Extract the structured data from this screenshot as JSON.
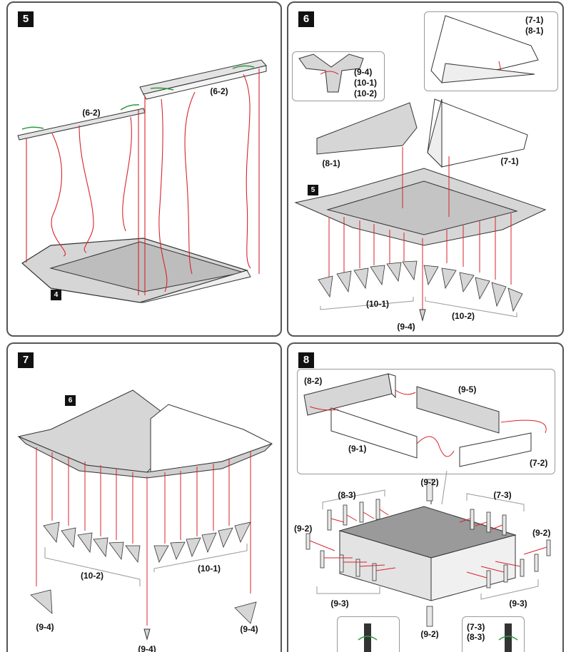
{
  "panels": [
    {
      "step": "5",
      "base_badge": "4",
      "labels": {
        "left_top": "(6-2)",
        "right_top": "(6-2)"
      }
    },
    {
      "step": "6",
      "base_badge": "5",
      "labels": {
        "inset_right_1": "(7-1)",
        "inset_right_2": "(8-1)",
        "inset_left_1": "(9-4)",
        "inset_left_2": "(10-1)",
        "inset_left_3": "(10-2)",
        "piece_left": "(8-1)",
        "piece_right": "(7-1)",
        "group_left": "(10-1)",
        "group_right": "(10-2)",
        "bottom": "(9-4)"
      }
    },
    {
      "step": "7",
      "base_badge": "6",
      "labels": {
        "group_left": "(10-2)",
        "group_right": "(10-1)",
        "corner_left": "(9-4)",
        "corner_right": "(9-4)",
        "bottom": "(9-4)"
      }
    },
    {
      "step": "8",
      "labels": {
        "inset_a": "(8-2)",
        "inset_b": "(9-5)",
        "inset_c": "(9-1)",
        "inset_d": "(7-2)",
        "top_center": "(9-2)",
        "group_left": "(8-3)",
        "group_right": "(7-3)",
        "left_mid": "(9-2)",
        "right_mid": "(9-2)",
        "bottom_left": "(9-3)",
        "bottom_right": "(9-3)",
        "bottom_center": "(9-2)",
        "detail_label_1": "(7-3)",
        "detail_label_2": "(8-3)"
      }
    }
  ],
  "colors": {
    "arrow": "#d9232d",
    "rotate": "#2a9d3a",
    "surface": "#d6d6d6",
    "outline": "#333333"
  }
}
